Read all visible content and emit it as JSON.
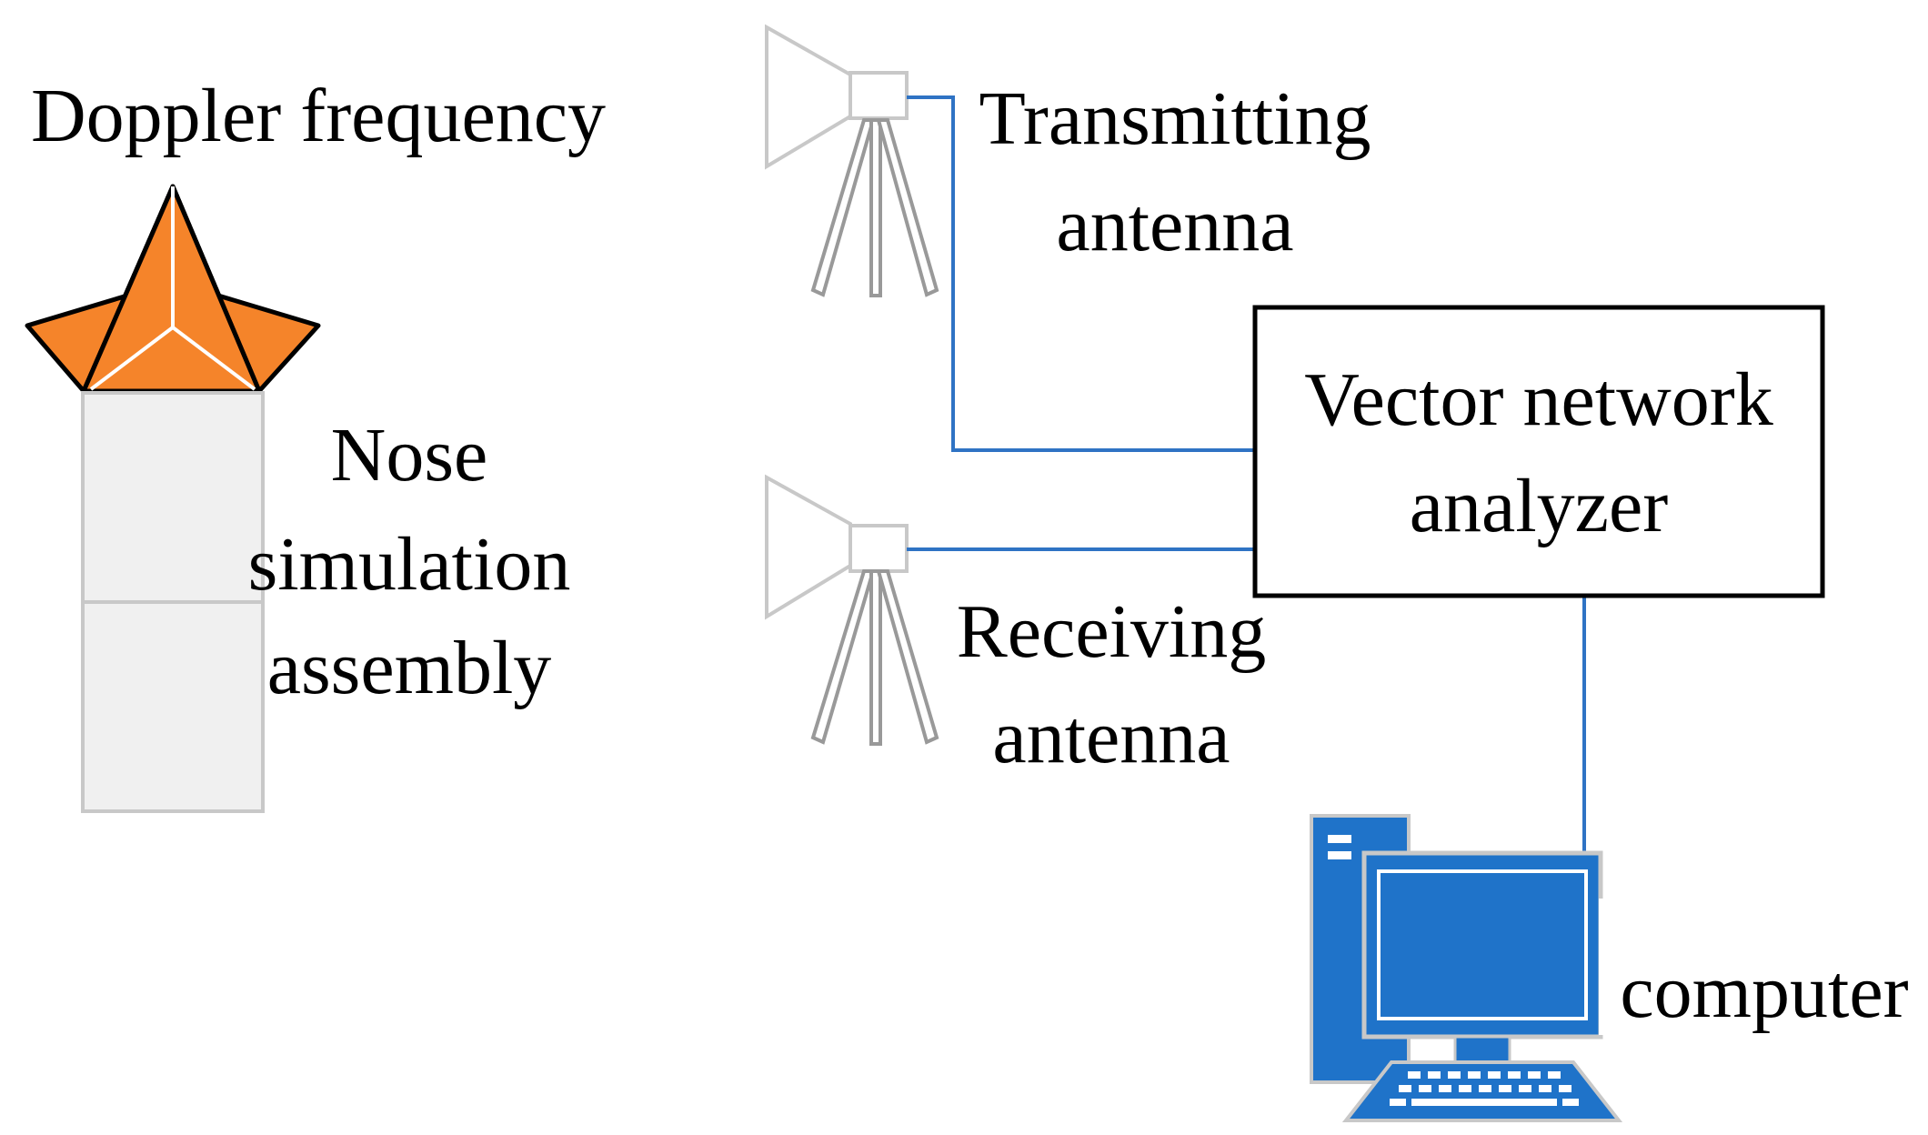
{
  "labels": {
    "doppler": "Doppler frequency",
    "nose_line1": "Nose",
    "nose_line2": "simulation",
    "nose_line3": "assembly",
    "tx_line1": "Transmitting",
    "tx_line2": "antenna",
    "vna_line1": "Vector network",
    "vna_line2": "analyzer",
    "rx_line1": "Receiving",
    "rx_line2": "antenna",
    "computer": "computer"
  },
  "colors": {
    "cable": "#2f73c4",
    "reflector": "#f5842a",
    "assembly": "#f0f0f0",
    "antenna_outline": "#c8c8c8",
    "computer": "#1f73c9"
  },
  "icons": [
    "doppler-reflector-icon",
    "horn-antenna-icon",
    "tripod-icon",
    "computer-icon"
  ]
}
